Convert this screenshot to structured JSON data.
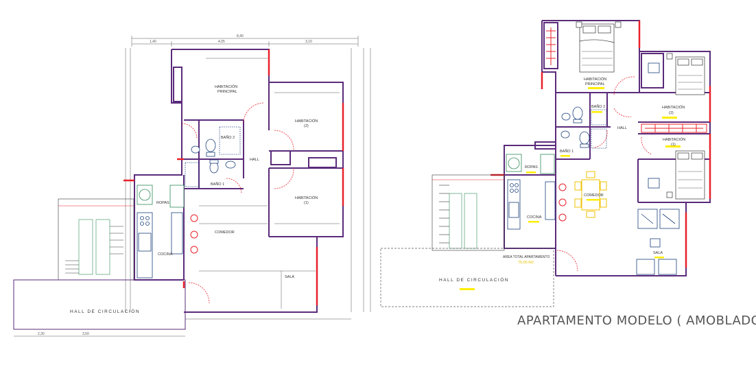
{
  "left_plan": {
    "rooms": {
      "habitacion_principal_1": "HABITACIÓN",
      "habitacion_principal_2": "PRINCIPAL",
      "habitacion2_1": "HABITACIÓN",
      "habitacion2_2": "(2)",
      "habitacion1_1": "HABITACIÓN",
      "habitacion1_2": "(1)",
      "bano2": "BAÑO 2",
      "bano1": "BAÑO 1",
      "hall": "HALL",
      "ropas": "ROPAS",
      "comedor": "COMEDOR",
      "cocina": "COCINA",
      "sala": "SALA",
      "hall_circulacion": "HALL DE CIRCULACIÓN"
    },
    "dims": {
      "total_width": "8,40",
      "top_a": "1,40",
      "top_b": "4,05",
      "top_c": "3,10",
      "bottom_a": "2,30",
      "bottom_b": "3,50"
    }
  },
  "right_plan": {
    "rooms": {
      "habitacion_principal_1": "HABITACIÓN",
      "habitacion_principal_2": "PRINCIPAL",
      "habitacion2_1": "HABITACIÓN",
      "habitacion2_2": "(2)",
      "habitacion1_1": "HABITACIÓN",
      "habitacion1_2": "(1)",
      "bano2": "BAÑO 2",
      "bano1": "BAÑO 1",
      "hall": "HALL",
      "ropas": "ROPAS",
      "comedor": "COMEDOR",
      "cocina": "COCINA",
      "sala": "SALA",
      "hall_circulacion": "HALL DE CIRCULACIÓN"
    },
    "area_label": "AREA TOTAL APARTAMENTO",
    "area_value": "75,00 M2"
  },
  "title": "APARTAMENTO MODELO ( AMOBLADO )",
  "colors": {
    "wall": "#5a2a7a",
    "accent_wall": "#e8202a",
    "door": "#e8202a",
    "stair": "#2e8b57",
    "highlight": "#ffee00",
    "furniture": "#1a3f7a",
    "dining": "#f0c000"
  }
}
